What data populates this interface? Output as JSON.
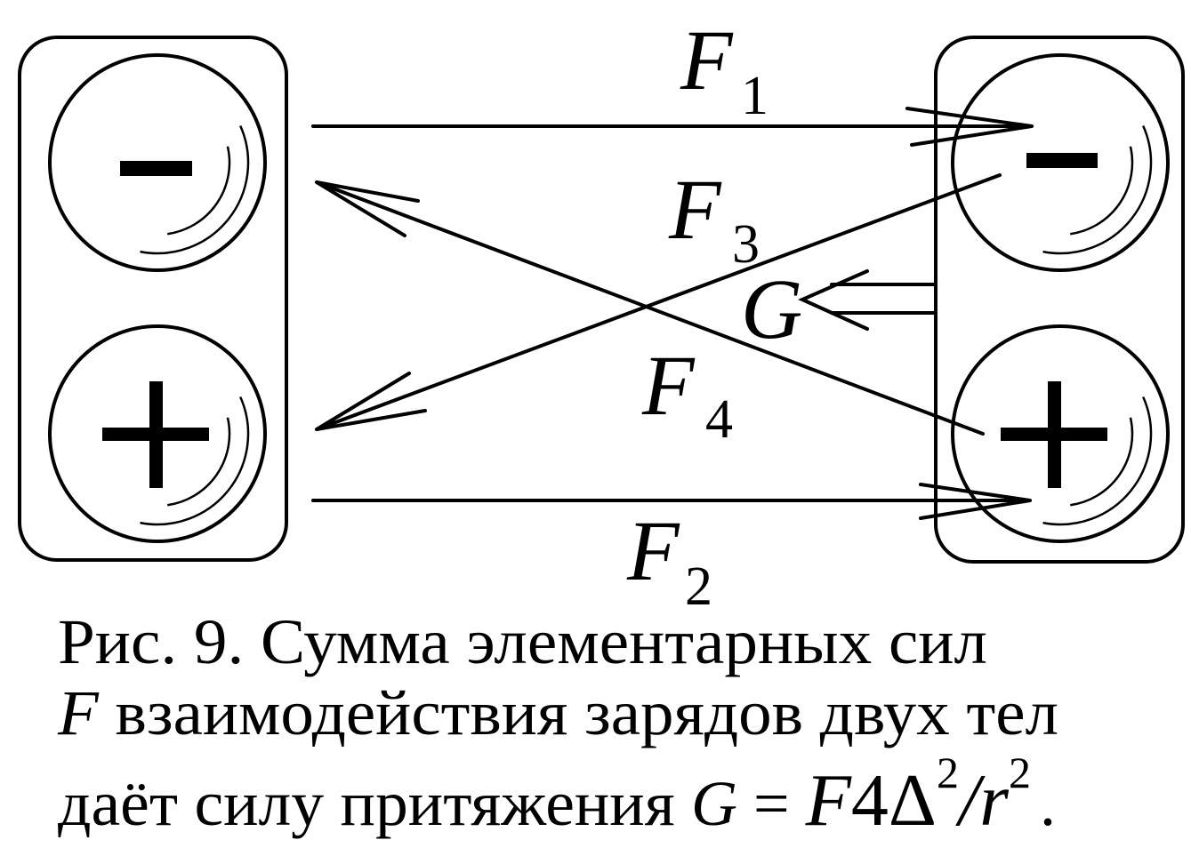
{
  "diagram": {
    "charges": {
      "negative": "−",
      "positive": "+"
    },
    "labels": {
      "f1": {
        "main": "F",
        "sub": "1"
      },
      "f2": {
        "main": "F",
        "sub": "2"
      },
      "f3": {
        "main": "F",
        "sub": "3"
      },
      "f4": {
        "main": "F",
        "sub": "4"
      },
      "g": "G"
    }
  },
  "caption": {
    "line1": "Рис. 9. Сумма элементарных сил",
    "line2_italic": "F",
    "line2_rest": " взаимодействия зарядов двух тел",
    "line3_text": "даёт силу притяжения ",
    "line3_g": "G",
    "line3_eq": " = ",
    "line3_f": "F",
    "line3_four_delta": "4Δ",
    "line3_exp1": "2",
    "line3_slash": "/",
    "line3_r": "r",
    "line3_exp2": "2",
    "line3_end": "."
  }
}
